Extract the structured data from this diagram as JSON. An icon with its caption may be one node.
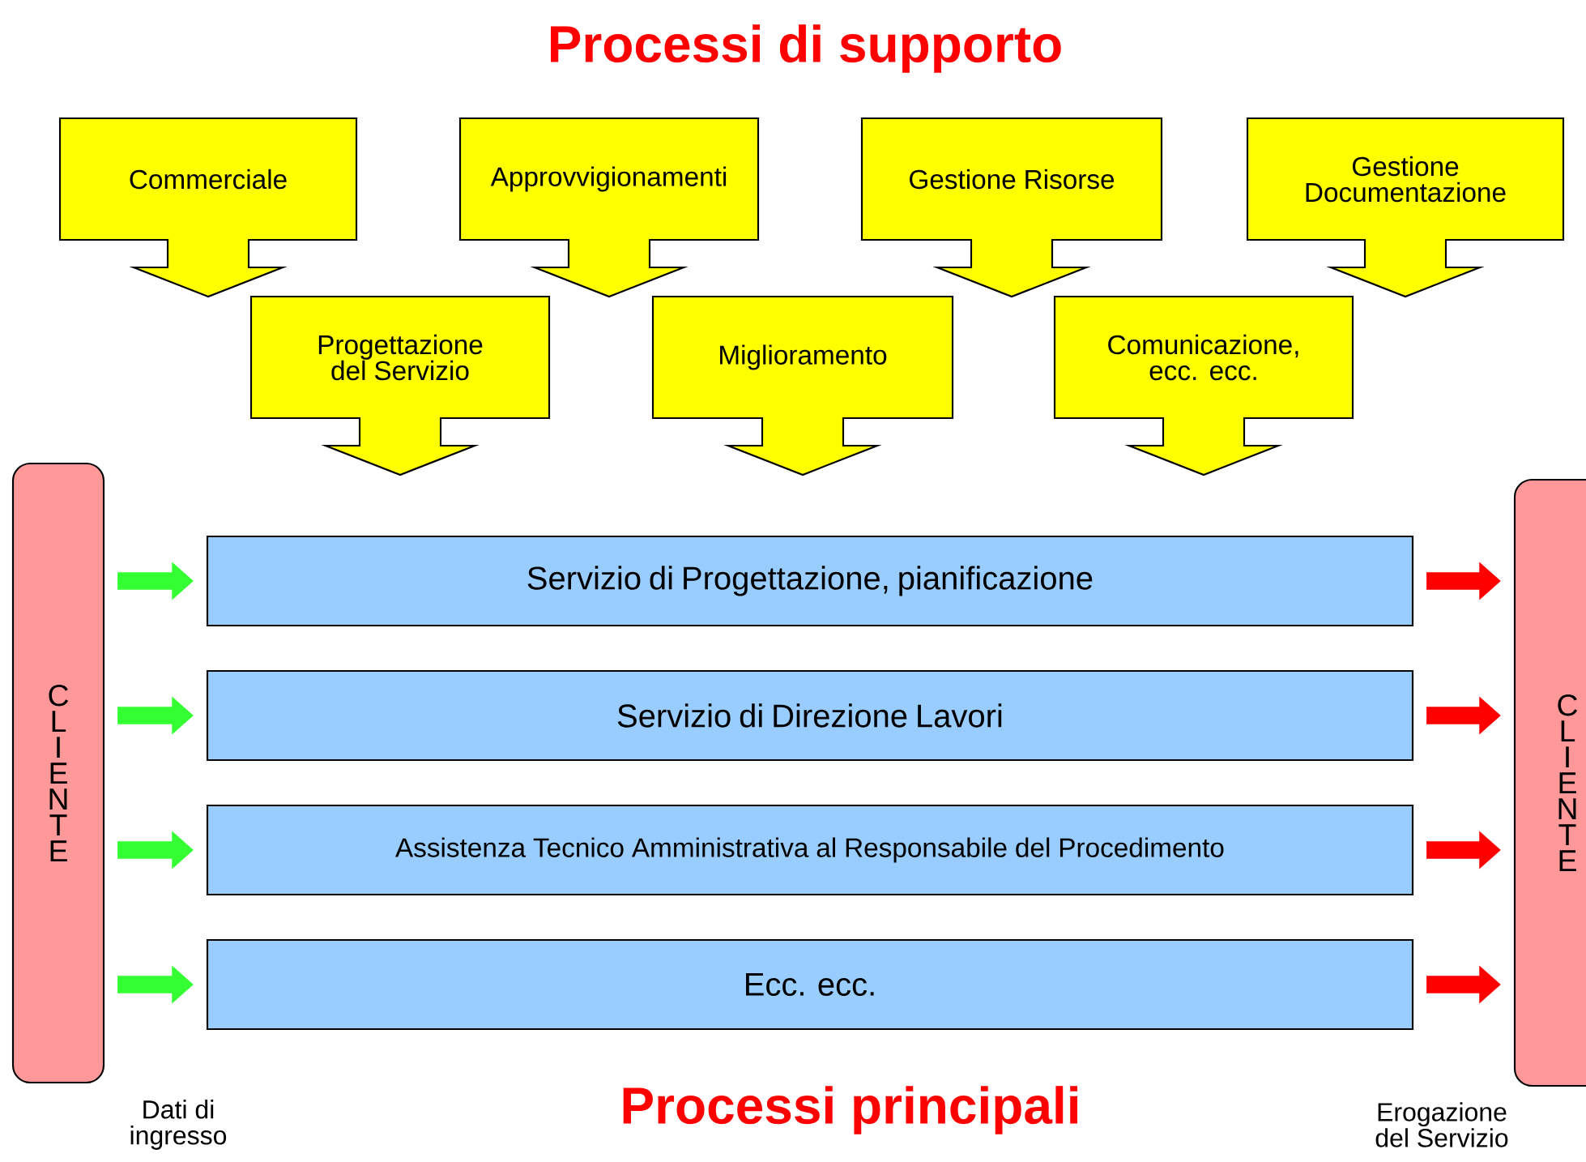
{
  "diagram": {
    "title": "Processi di supporto",
    "nodes": [
      {
        "text": [
          "Commerciale"
        ]
      },
      {
        "text": [
          "Approvvigionamenti"
        ]
      },
      {
        "text": [
          "Gestione Risorse"
        ]
      },
      {
        "text": [
          "Gestione Documentazione"
        ]
      },
      {
        "text": [
          "Progettazione del Servizio"
        ]
      },
      {
        "text": [
          "Miglioramento"
        ]
      },
      {
        "text": [
          "Comunicazione, ecc. ecc."
        ]
      },
      {
        "text": [
          "C L I E N T E"
        ]
      },
      {
        "text": [
          "Servizio di Progettazione, pianificazione"
        ]
      },
      {
        "text": [
          "Servizio di Direzione Lavori"
        ]
      },
      {
        "text": [
          "Assistenza Tecnico Amministrativa al Responsabile del Procedimento"
        ]
      },
      {
        "text": [
          "Ecc. ecc."
        ]
      },
      {
        "text": [
          "C L I E N T E"
        ]
      }
    ],
    "edges": [
      {
        "from": 7,
        "to": 8,
        "arrow": "to",
        "color": "#33ff33"
      },
      {
        "from": 7,
        "to": 9,
        "arrow": "to",
        "color": "#33ff33"
      },
      {
        "from": 7,
        "to": 10,
        "arrow": "to",
        "color": "#33ff33"
      },
      {
        "from": 7,
        "to": 11,
        "arrow": "to",
        "color": "#33ff33"
      },
      {
        "from": 8,
        "to": 12,
        "arrow": "to",
        "color": "#ff0000"
      },
      {
        "from": 9,
        "to": 12,
        "arrow": "to",
        "color": "#ff0000"
      },
      {
        "from": 10,
        "to": 12,
        "arrow": "to",
        "color": "#ff0000"
      },
      {
        "from": 11,
        "to": 12,
        "arrow": "to",
        "color": "#ff0000"
      }
    ],
    "labels": [
      "Dati di ingresso",
      "Processi principali",
      "Erogazione del Servizio"
    ]
  }
}
